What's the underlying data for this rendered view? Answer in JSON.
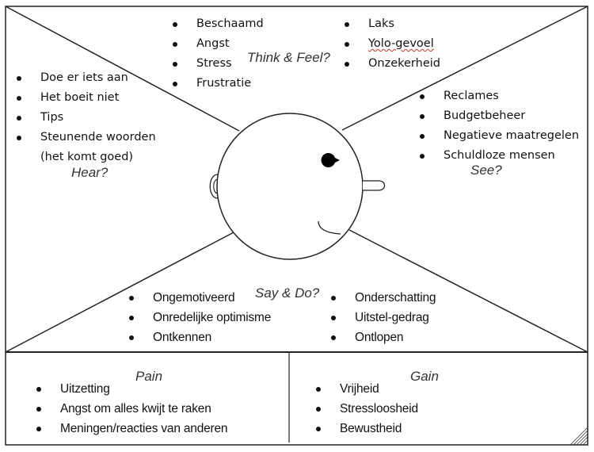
{
  "sections": {
    "think_feel": {
      "label": "Think & Feel?",
      "items_left": [
        "Beschaamd",
        "Angst",
        "Stress",
        "Frustratie"
      ],
      "items_right": [
        "Laks",
        "Yolo-gevoel",
        "Onzekerheid"
      ]
    },
    "hear": {
      "label": "Hear?",
      "items": [
        "Doe er iets aan",
        "Het boeit niet",
        "Tips",
        "Steunende woorden",
        "(het komt goed)"
      ]
    },
    "see": {
      "label": "See?",
      "items": [
        "Reclames",
        "Budgetbeheer",
        "Negatieve maatregelen",
        "Schuldloze mensen"
      ]
    },
    "say_do": {
      "label": "Say & Do?",
      "items_left": [
        "Ongemotiveerd",
        "Onredelijke optimisme",
        "Ontkennen"
      ],
      "items_right": [
        "Onderschatting",
        "Uitstel-gedrag",
        "Ontlopen"
      ]
    },
    "pain": {
      "label": "Pain",
      "items": [
        "Uitzetting",
        "Angst om alles kwijt te raken",
        "Meningen/reacties van anderen"
      ]
    },
    "gain": {
      "label": "Gain",
      "items": [
        "Vrijheid",
        "Stressloosheid",
        "Bewustheid"
      ]
    }
  },
  "colors": {
    "line": "#222222",
    "text": "#111111",
    "label": "#333333",
    "spellcheck": "#c0392b"
  }
}
